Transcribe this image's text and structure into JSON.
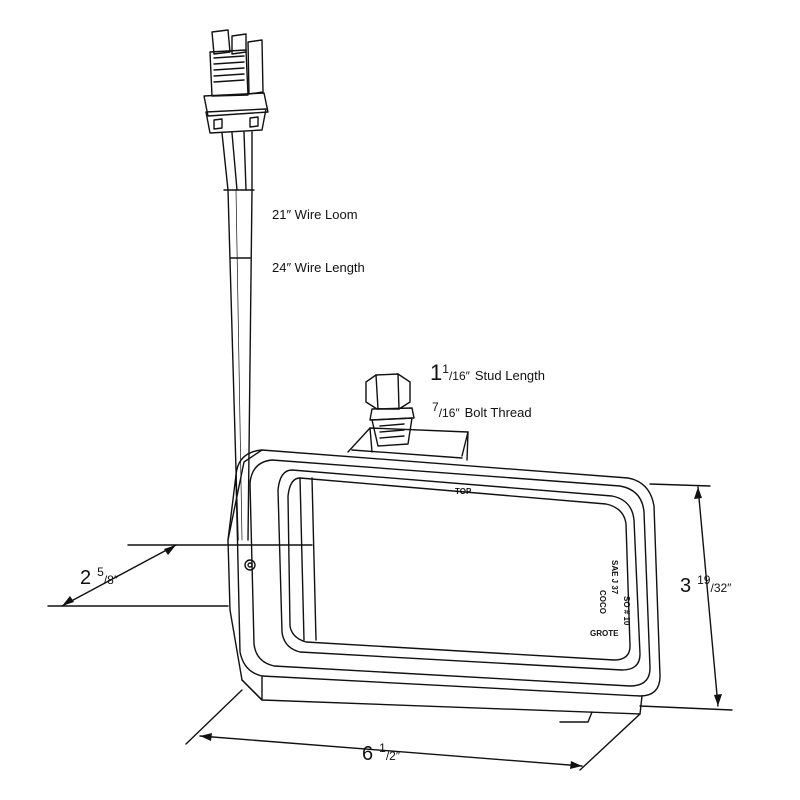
{
  "labels": {
    "wire_loom": "21″ Wire Loom",
    "wire_length": "24″ Wire Length",
    "stud_whole": "1",
    "stud_num": "1",
    "stud_den": "16″",
    "stud_text": "Stud Length",
    "bolt_num": "7",
    "bolt_den": "16″",
    "bolt_text": "Bolt Thread",
    "depth_whole": "2",
    "depth_num": "5",
    "depth_den": "8″",
    "height_whole": "3",
    "height_num": "19",
    "height_den": "32″",
    "width_whole": "6",
    "width_num": "1",
    "width_den": "2″"
  },
  "lens_marks": {
    "top": "TOP",
    "brand": "GROTE",
    "part_a": "COCO",
    "part_b": "SAE J 37",
    "part_c": "SO # 10"
  }
}
